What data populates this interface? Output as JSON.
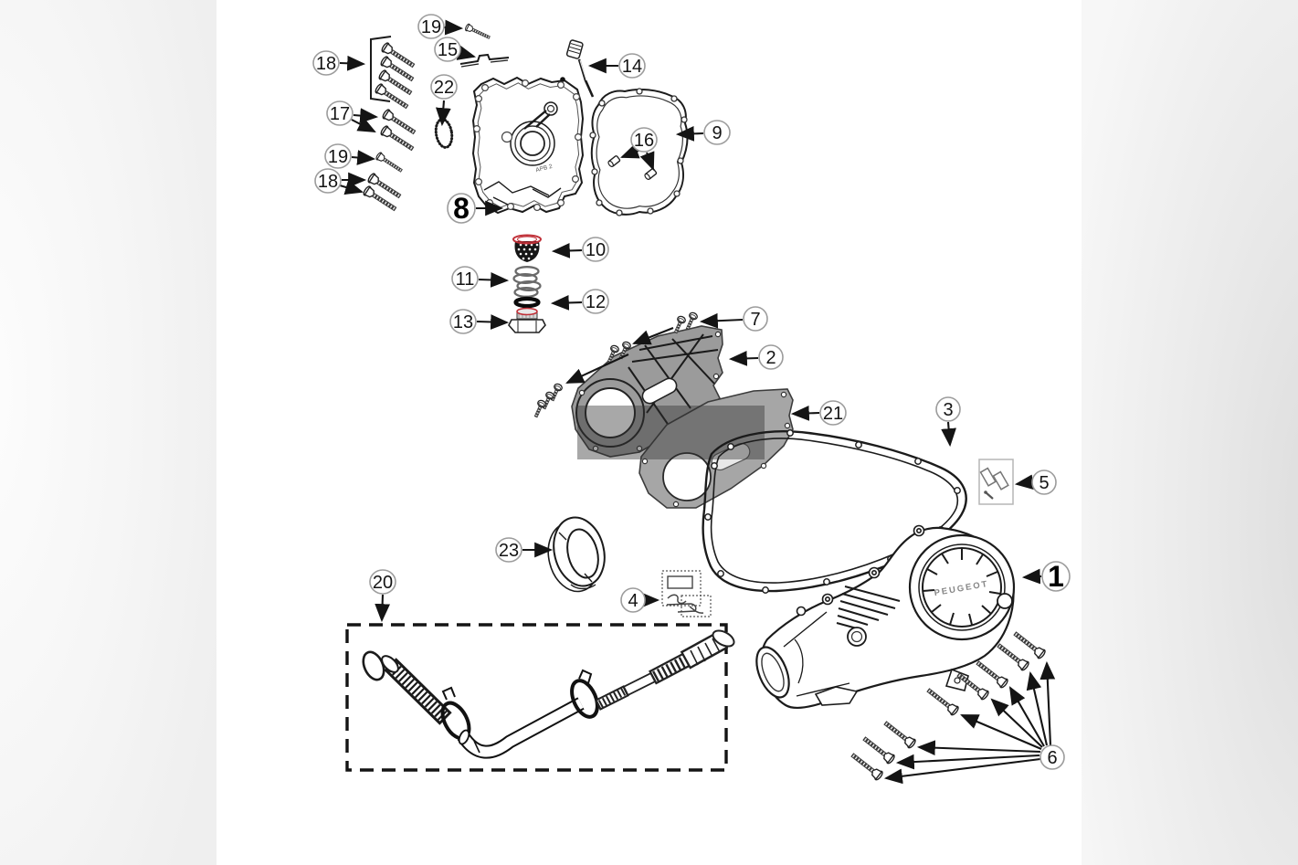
{
  "diagram": {
    "type": "exploded-parts-diagram",
    "brand_text": "PEUGEOT",
    "cover_marking": "APB 2",
    "background": "#ffffff",
    "accent_red": "#c03038",
    "part_gray": "#9b9b9b",
    "part_gray_light": "#a6a6a6",
    "line_color": "#1b1b1b"
  },
  "callouts": [
    {
      "label": "19",
      "emphasis": false
    },
    {
      "label": "15",
      "emphasis": false
    },
    {
      "label": "18",
      "emphasis": false
    },
    {
      "label": "22",
      "emphasis": false
    },
    {
      "label": "14",
      "emphasis": false
    },
    {
      "label": "17",
      "emphasis": false
    },
    {
      "label": "19",
      "emphasis": false
    },
    {
      "label": "18",
      "emphasis": false
    },
    {
      "label": "8",
      "emphasis": true
    },
    {
      "label": "9",
      "emphasis": false
    },
    {
      "label": "16",
      "emphasis": false
    },
    {
      "label": "10",
      "emphasis": false
    },
    {
      "label": "11",
      "emphasis": false
    },
    {
      "label": "12",
      "emphasis": false
    },
    {
      "label": "13",
      "emphasis": false
    },
    {
      "label": "7",
      "emphasis": false
    },
    {
      "label": "2",
      "emphasis": false
    },
    {
      "label": "21",
      "emphasis": false
    },
    {
      "label": "3",
      "emphasis": false
    },
    {
      "label": "5",
      "emphasis": false
    },
    {
      "label": "23",
      "emphasis": false
    },
    {
      "label": "4",
      "emphasis": false
    },
    {
      "label": "20",
      "emphasis": false
    },
    {
      "label": "1",
      "emphasis": true
    },
    {
      "label": "6",
      "emphasis": false
    }
  ]
}
